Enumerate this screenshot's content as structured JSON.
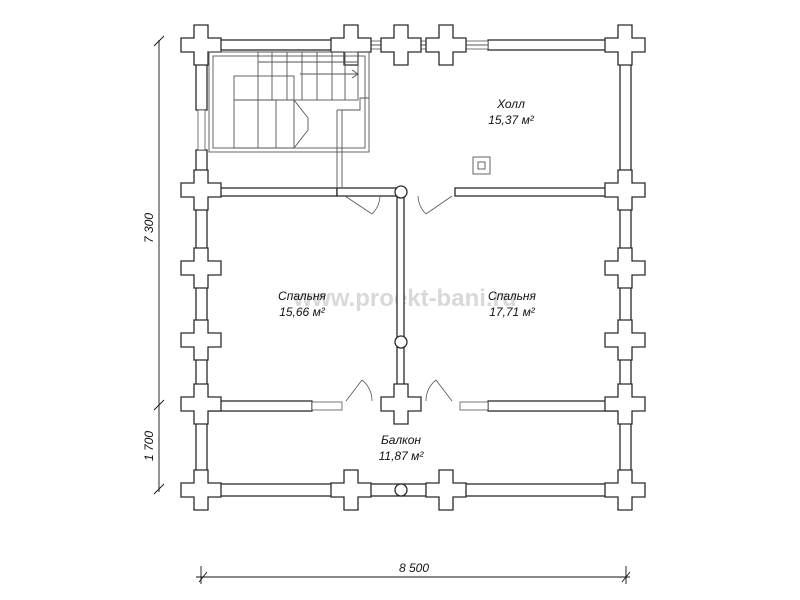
{
  "watermark": "www.proekt-bani.ru",
  "rooms": {
    "hall": {
      "name": "Холл",
      "area": "15,37 м²"
    },
    "bedroom_left": {
      "name": "Спальня",
      "area": "15,66 м²"
    },
    "bedroom_right": {
      "name": "Спальня",
      "area": "17,71 м²"
    },
    "balcony": {
      "name": "Балкон",
      "area": "11,87 м²"
    }
  },
  "dimensions": {
    "total_width": "8 500",
    "main_depth": "7 300",
    "balcony_depth": "1 700"
  }
}
